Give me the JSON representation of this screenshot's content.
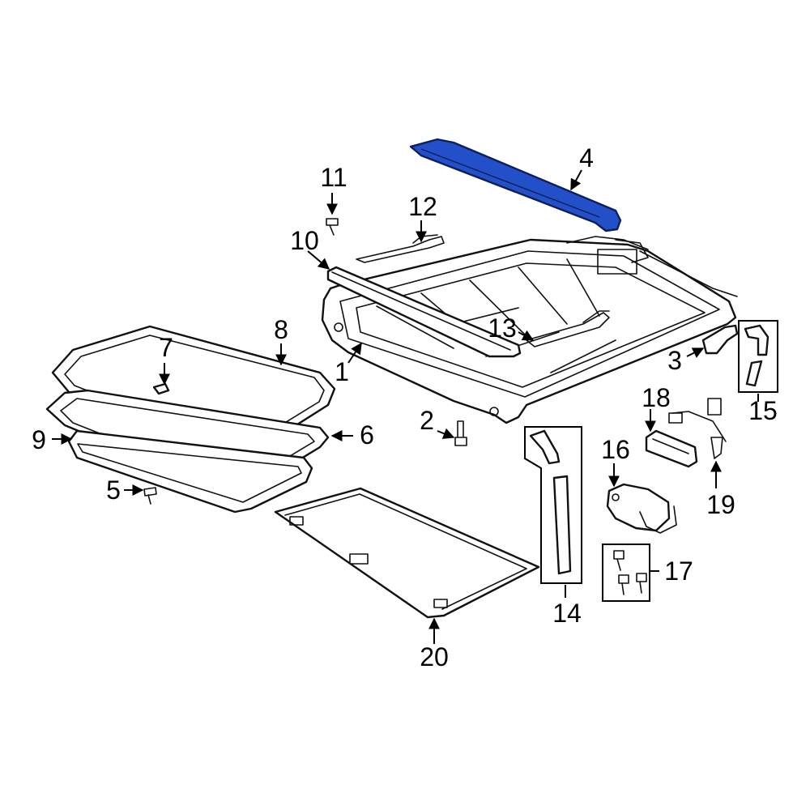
{
  "diagram": {
    "highlight_color": "#2350c8",
    "callouts": [
      {
        "id": "1",
        "label": "1"
      },
      {
        "id": "2",
        "label": "2"
      },
      {
        "id": "3",
        "label": "3"
      },
      {
        "id": "4",
        "label": "4"
      },
      {
        "id": "5",
        "label": "5"
      },
      {
        "id": "6",
        "label": "6"
      },
      {
        "id": "7",
        "label": "7"
      },
      {
        "id": "8",
        "label": "8"
      },
      {
        "id": "9",
        "label": "9"
      },
      {
        "id": "10",
        "label": "10"
      },
      {
        "id": "11",
        "label": "11"
      },
      {
        "id": "12",
        "label": "12"
      },
      {
        "id": "13",
        "label": "13"
      },
      {
        "id": "14",
        "label": "14"
      },
      {
        "id": "15",
        "label": "15"
      },
      {
        "id": "16",
        "label": "16"
      },
      {
        "id": "17",
        "label": "17"
      },
      {
        "id": "18",
        "label": "18"
      },
      {
        "id": "19",
        "label": "19"
      },
      {
        "id": "20",
        "label": "20"
      }
    ]
  }
}
